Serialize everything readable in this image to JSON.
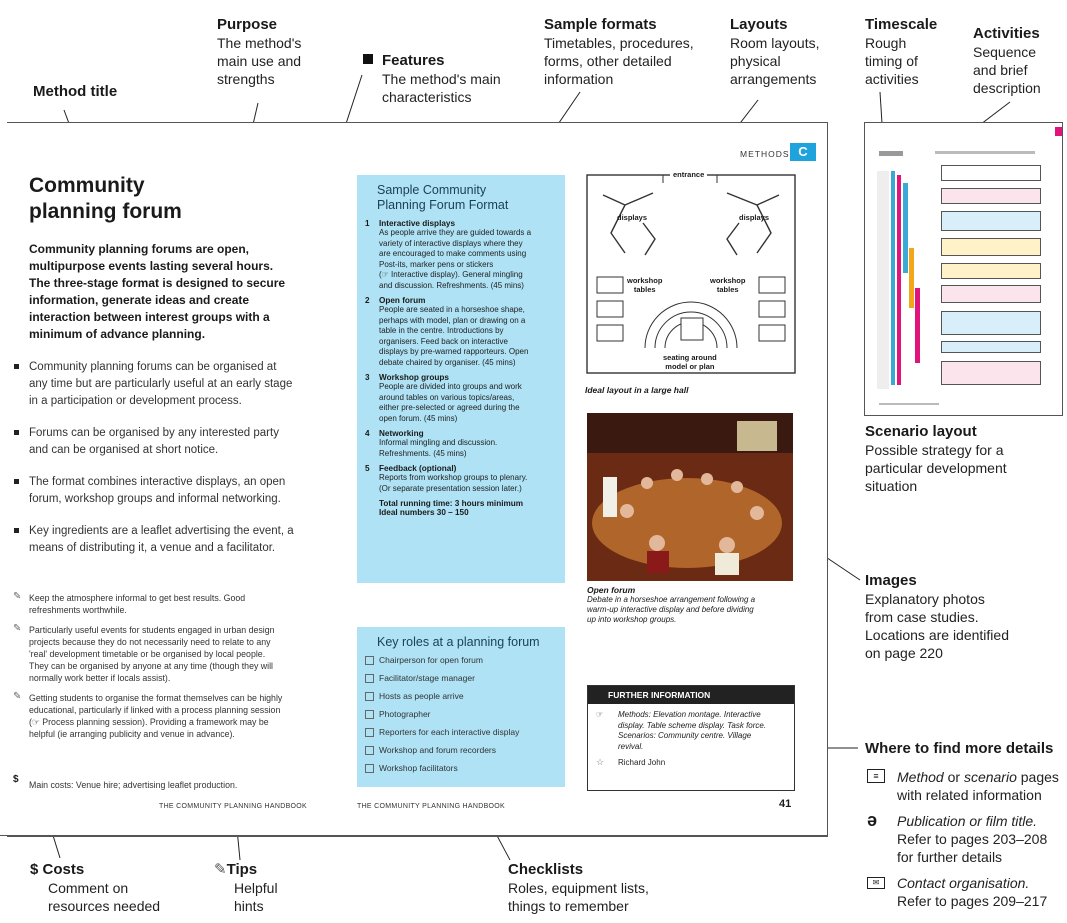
{
  "annotations": {
    "method_title": {
      "head": "Method title"
    },
    "purpose": {
      "head": "Purpose",
      "lines": [
        "The method's",
        "main use and",
        "strengths"
      ]
    },
    "features": {
      "head": "Features",
      "lines": [
        "The method's main",
        "characteristics"
      ]
    },
    "sample_formats": {
      "head": "Sample formats",
      "lines": [
        "Timetables, procedures,",
        "forms, other detailed",
        "information"
      ]
    },
    "layouts": {
      "head": "Layouts",
      "lines": [
        "Room layouts,",
        "physical",
        "arrangements"
      ]
    },
    "timescale": {
      "head": "Timescale",
      "lines": [
        "Rough",
        "timing of",
        "activities"
      ]
    },
    "activities": {
      "head": "Activities",
      "lines": [
        "Sequence",
        "and brief",
        "description"
      ]
    },
    "scenario_layout": {
      "head": "Scenario layout",
      "lines": [
        "Possible strategy for a",
        "particular development",
        "situation"
      ]
    },
    "images": {
      "head": "Images",
      "lines": [
        "Explanatory photos",
        "from case studies.",
        "Locations are identified",
        "on page 220"
      ]
    },
    "more_details": {
      "head": "Where to find more details",
      "items": [
        {
          "em": "Method",
          "mid": " or ",
          "em2": "scenario",
          "rest": " pages",
          "line2": "with related information"
        },
        {
          "em": "Publication or film title.",
          "line2": "Refer to pages 203–208",
          "line3": "for further details"
        },
        {
          "em": "Contact organisation.",
          "line2": "Refer to pages 209–217"
        }
      ]
    },
    "costs": {
      "head": "Costs",
      "lines": [
        "Comment on",
        "resources needed"
      ]
    },
    "tips": {
      "head": "Tips",
      "lines": [
        "Helpful",
        "hints"
      ]
    },
    "checklists": {
      "head": "Checklists",
      "lines": [
        "Roles, equipment lists,",
        "things to remember"
      ]
    }
  },
  "page": {
    "title_l1": "Community",
    "title_l2": "planning forum",
    "intro": [
      "Community planning forums are open,",
      "multipurpose events lasting several hours.",
      "The three-stage format is designed to secure",
      "information, generate ideas and create",
      "interaction between interest groups with a",
      "minimum of advance planning."
    ],
    "bullets": [
      [
        "Community planning forums can be organised at",
        "any time but are particularly useful at an early stage",
        "in a participation or development process."
      ],
      [
        "Forums can be organised by any interested party",
        "and can be organised at short notice."
      ],
      [
        "The format combines interactive displays, an open",
        "forum, workshop groups and informal networking."
      ],
      [
        "Key ingredients are a leaflet advertising the event, a",
        "means of distributing it, a venue and a facilitator."
      ]
    ],
    "tips": [
      [
        "Keep the atmosphere informal to get best results. Good",
        "refreshments worthwhile."
      ],
      [
        "Particularly useful events for students engaged in urban design",
        "projects because they do not necessarily need to relate to any",
        "'real' development timetable or be organised by local people.",
        "They can be organised by anyone at any time (though they will",
        "normally work better if locals assist)."
      ],
      [
        "Getting students to organise the format themselves can be highly",
        "educational, particularly if linked with a process planning session",
        "(☞ Process planning session). Providing a framework may be",
        "helpful (ie arranging publicity and venue in advance)."
      ]
    ],
    "costs": "Main costs: Venue hire; advertising leaflet production.",
    "footer_left": "THE COMMUNITY PLANNING HANDBOOK",
    "footer_mid": "THE COMMUNITY PLANNING HANDBOOK",
    "page_no": "41",
    "methods_label": "METHODS",
    "methods_letter": "C",
    "format_box": {
      "title_l1": "Sample Community",
      "title_l2": "Planning Forum Format",
      "items": [
        {
          "n": "1",
          "head": "Interactive displays",
          "lines": [
            "As people arrive they are guided towards a",
            "variety of interactive displays where they",
            "are encouraged to make comments using",
            "Post-its, marker pens or stickers",
            "(☞ Interactive display). General mingling",
            "and discussion. Refreshments. (45 mins)"
          ]
        },
        {
          "n": "2",
          "head": "Open forum",
          "lines": [
            "People are seated in a horseshoe shape,",
            "perhaps with model, plan or drawing on a",
            "table in the centre. Introductions by",
            "organisers. Feed back on interactive",
            "displays by pre-warned rapporteurs. Open",
            "debate chaired by organiser. (45 mins)"
          ]
        },
        {
          "n": "3",
          "head": "Workshop groups",
          "lines": [
            "People are divided into groups and work",
            "around tables on various topics/areas,",
            "either pre-selected or agreed during the",
            "open forum. (45 mins)"
          ]
        },
        {
          "n": "4",
          "head": "Networking",
          "lines": [
            "Informal mingling and discussion.",
            "Refreshments. (45 mins)"
          ]
        },
        {
          "n": "5",
          "head": "Feedback (optional)",
          "lines": [
            "Reports from workshop groups to plenary.",
            "(Or separate presentation session later.)"
          ]
        }
      ],
      "total_l1": "Total running time: 3 hours minimum",
      "total_l2": "Ideal numbers 30 – 150"
    },
    "roles_box": {
      "title": "Key roles at a planning forum",
      "items": [
        "Chairperson for open forum",
        "Facilitator/stage manager",
        "Hosts as people arrive",
        "Photographer",
        "Reporters for each interactive display",
        "Workshop and forum recorders",
        "Workshop facilitators"
      ]
    },
    "diagram": {
      "entrance": "entrance",
      "displays_l": "displays",
      "displays_r": "displays",
      "workshop_l1": "workshop",
      "workshop_l2": "tables",
      "seating_l1": "seating around",
      "seating_l2": "model or plan",
      "caption": "Ideal layout in a large hall"
    },
    "photo": {
      "caption_head": "Open forum",
      "caption_lines": [
        "Debate in a horseshoe arrangement following a",
        "warm-up interactive display and before dividing",
        "up into workshop groups."
      ]
    },
    "further": {
      "head": "FURTHER INFORMATION",
      "lines": [
        "Methods: Elevation montage. Interactive",
        "display. Table scheme display. Task force.",
        "Scenarios: Community centre. Village",
        "revival."
      ],
      "contact": "Richard John"
    }
  },
  "colors": {
    "accent_blue": "#aee2f4",
    "methods_tab": "#1fa3dd",
    "scenario_pink": "#e0147a"
  }
}
